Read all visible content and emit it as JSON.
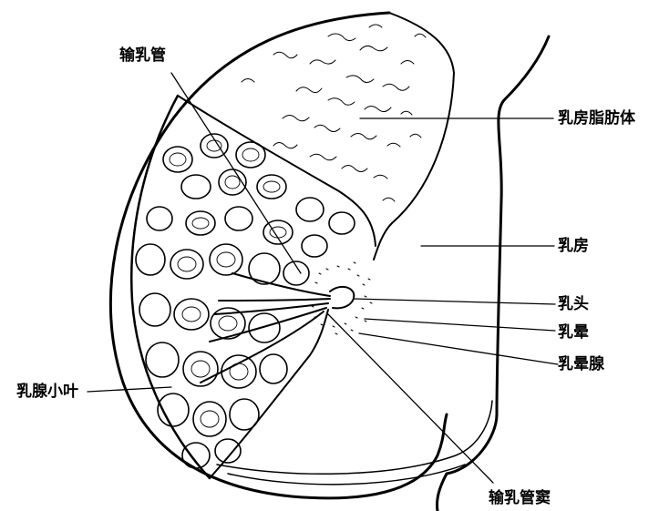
{
  "labels": {
    "milk_duct": "输乳管",
    "breast_fat_body": "乳房脂肪体",
    "breast": "乳房",
    "nipple": "乳头",
    "areola": "乳晕",
    "areolar_gland": "乳晕腺",
    "mammary_lobule": "乳腺小叶",
    "lactiferous_sinus": "输乳管窦"
  },
  "colors": {
    "ink": "#000000",
    "paper": "#ffffff"
  }
}
